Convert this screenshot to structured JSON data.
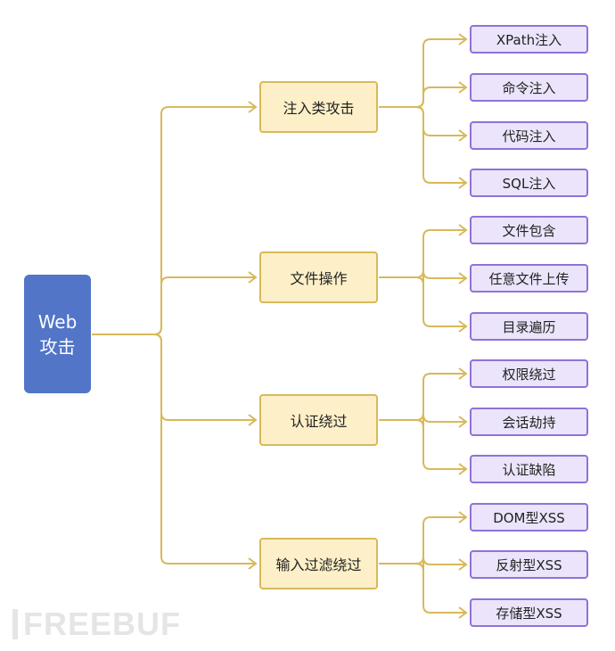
{
  "root": {
    "line1": "Web",
    "line2": "攻击"
  },
  "categories": [
    {
      "label": "注入类攻击",
      "children": [
        "XPath注入",
        "命令注入",
        "代码注入",
        "SQL注入"
      ]
    },
    {
      "label": "文件操作",
      "children": [
        "文件包含",
        "任意文件上传",
        "目录遍历"
      ]
    },
    {
      "label": "认证绕过",
      "children": [
        "权限绕过",
        "会话劫持",
        "认证缺陷"
      ]
    },
    {
      "label": "输入过滤绕过",
      "children": [
        "DOM型XSS",
        "反射型XSS",
        "存储型XSS"
      ]
    }
  ],
  "colors": {
    "root": "#5275c8",
    "category_fill": "#fdf0c8",
    "category_border": "#d8b95a",
    "leaf_fill": "#ebe4fb",
    "leaf_border": "#8f72d8",
    "connector": "#d8b95a"
  },
  "watermark": "FREEBUF"
}
